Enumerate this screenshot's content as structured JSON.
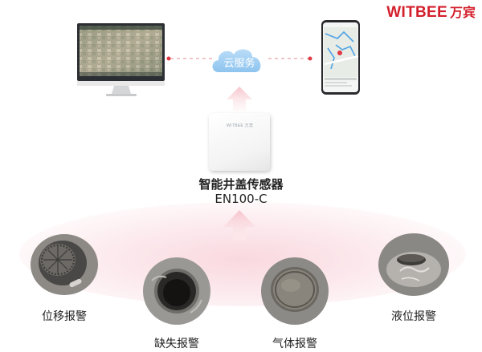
{
  "brand": {
    "name": "WITBEE",
    "name_cn": "万宾"
  },
  "cloud": {
    "label": "云服务"
  },
  "sensor": {
    "name": "智能井盖传感器",
    "model": "EN100-C",
    "logo": "WITBEE 万宾"
  },
  "alarms": [
    {
      "label": "位移报警"
    },
    {
      "label": "缺失报警"
    },
    {
      "label": "气体报警"
    },
    {
      "label": "液位报警"
    }
  ],
  "colors": {
    "brand_red": "#d3202c",
    "link_red": "#e03a45",
    "arrow_pink": "#f5c6cc"
  },
  "icons": [
    "monitor-icon",
    "cloud-icon",
    "smartphone-icon",
    "sensor-device-icon",
    "manhole-cover-icon"
  ]
}
